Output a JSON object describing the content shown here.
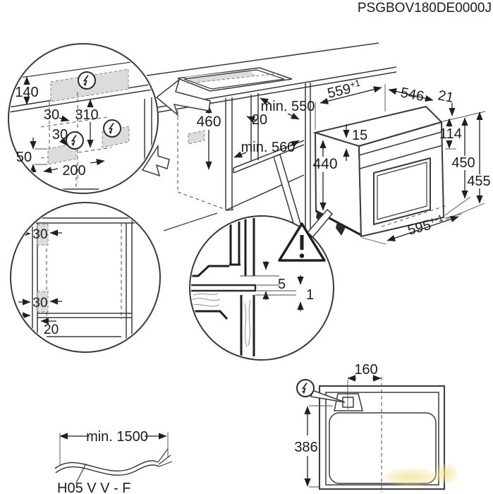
{
  "header": {
    "code": "PSGBOV180DE0000J"
  },
  "socket_detail": {
    "zone_above_counter": "140",
    "offset_top": "30",
    "drop_below_counter": "310",
    "offset_mid": "30",
    "box_height": "50",
    "box_width": "200"
  },
  "niche": {
    "height": "460",
    "depth_top": "min. 550",
    "partition_thickness": "20",
    "depth_shelf": "min. 560"
  },
  "oven": {
    "width": "559",
    "width_tol": "+1",
    "depth": "546",
    "rear_offset": "21",
    "top_inset": "15",
    "panel_height": "114",
    "body_height": "440",
    "niche_height": "450",
    "total_height": "455",
    "front_width": "595",
    "front_width_tol": "+-1"
  },
  "front_view_detail": {
    "side_top": "30",
    "side_bottom": "30",
    "bottom_inset": "20"
  },
  "gap_detail": {
    "rear_gap": "5",
    "panel_gap": "1"
  },
  "cable": {
    "min_length": "min. 1500",
    "type": "H05 V V - F"
  },
  "top_view": {
    "socket_offset": "160",
    "socket_depth": "386"
  },
  "icons": {
    "power": "lightning-bolt",
    "warning": "warning-triangle"
  },
  "colors": {
    "line": "#3a3a3a",
    "shade": "#dcdcdc",
    "watermark": "#efe38a"
  }
}
